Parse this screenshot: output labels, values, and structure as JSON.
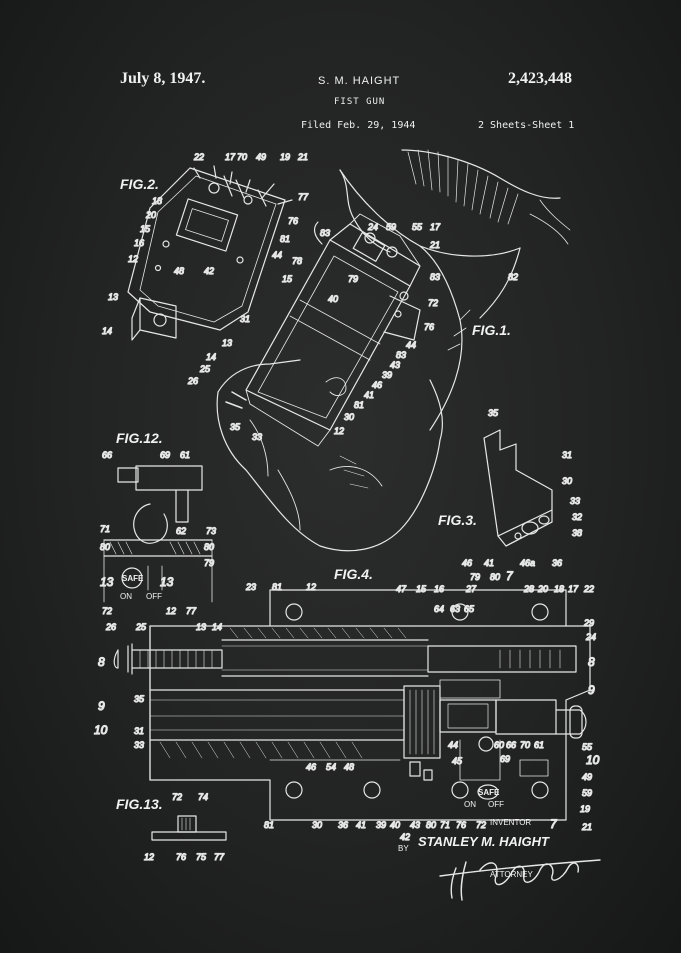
{
  "header": {
    "date": "July 8, 1947.",
    "inventor_header": "S. M. HAIGHT",
    "title": "FIST GUN",
    "filed": "Filed Feb. 29, 1944",
    "patent_number": "2,423,448",
    "sheet": "2 Sheets-Sheet 1"
  },
  "figures": {
    "fig1": "FIG.1.",
    "fig2": "FIG.2.",
    "fig3": "FIG.3.",
    "fig4": "FIG.4.",
    "fig12": "FIG.12.",
    "fig13": "FIG.13."
  },
  "labels": {
    "safe": "SAFE",
    "on": "ON",
    "off": "OFF"
  },
  "signature": {
    "inventor_label": "INVENTOR",
    "inventor_name": "STANLEY M. HAIGHT",
    "by": "BY",
    "attorney_label": "ATTORNEY"
  },
  "colors": {
    "board": "#222323",
    "chalk": "#ececec"
  }
}
